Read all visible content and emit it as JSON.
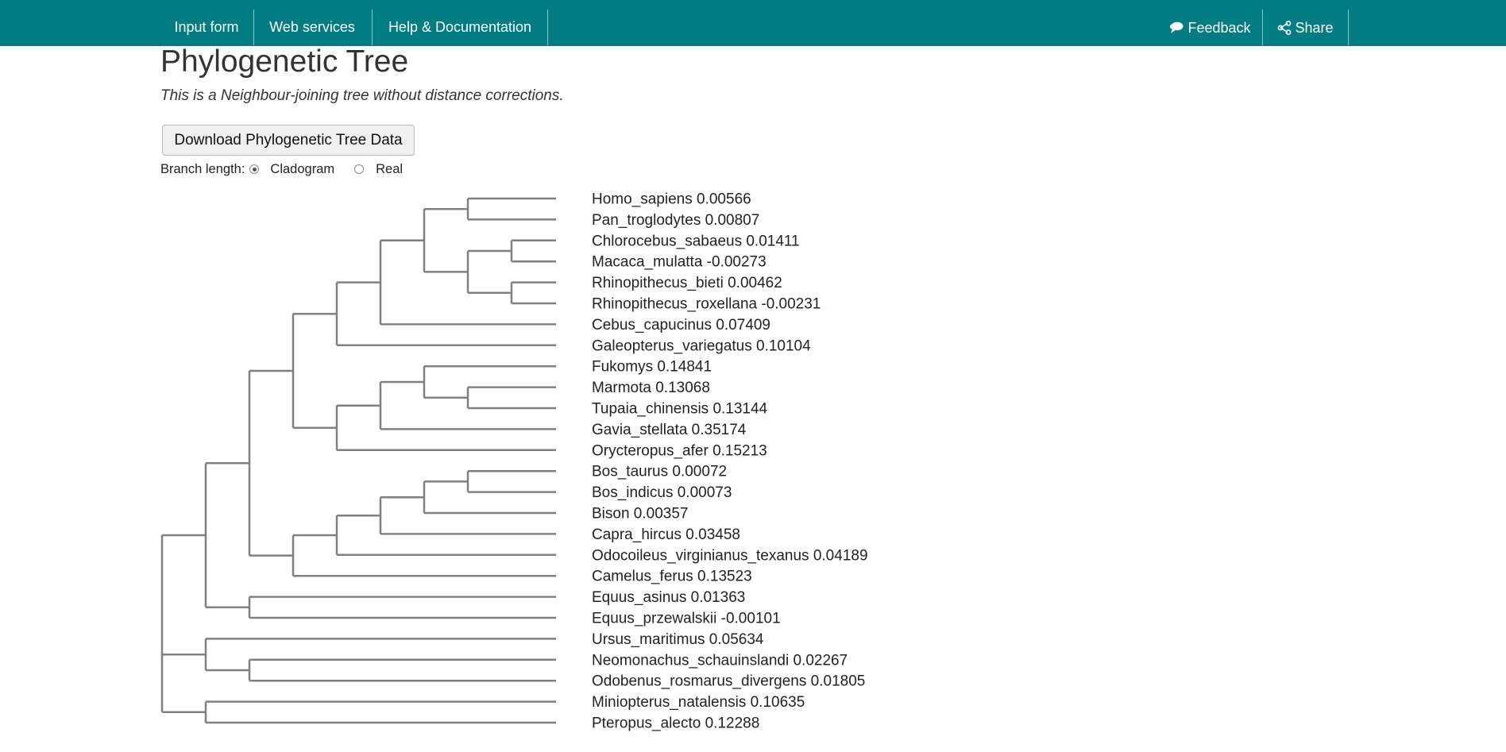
{
  "nav": {
    "input_form": "Input form",
    "web_services": "Web services",
    "help": "Help & Documentation",
    "feedback": "Feedback",
    "share": "Share"
  },
  "page": {
    "title": "Phylogenetic Tree",
    "subtitle": "This is a Neighbour-joining tree without distance corrections.",
    "download_label": "Download Phylogenetic Tree Data",
    "branch_length_label": "Branch length:",
    "options": [
      {
        "label": "Cladogram",
        "selected": true
      },
      {
        "label": "Real",
        "selected": false
      }
    ]
  },
  "colors": {
    "navbar": "#007c82",
    "tree_line": "#808080"
  },
  "tree": {
    "leaves": [
      {
        "name": "Homo_sapiens",
        "value": "0.00566"
      },
      {
        "name": "Pan_troglodytes",
        "value": "0.00807"
      },
      {
        "name": "Chlorocebus_sabaeus",
        "value": "0.01411"
      },
      {
        "name": "Macaca_mulatta",
        "value": "-0.00273"
      },
      {
        "name": "Rhinopithecus_bieti",
        "value": "0.00462"
      },
      {
        "name": "Rhinopithecus_roxellana",
        "value": "-0.00231"
      },
      {
        "name": "Cebus_capucinus",
        "value": "0.07409"
      },
      {
        "name": "Galeopterus_variegatus",
        "value": "0.10104"
      },
      {
        "name": "Fukomys",
        "value": "0.14841"
      },
      {
        "name": "Marmota",
        "value": "0.13068"
      },
      {
        "name": "Tupaia_chinensis",
        "value": "0.13144"
      },
      {
        "name": "Gavia_stellata",
        "value": "0.35174"
      },
      {
        "name": "Orycteropus_afer",
        "value": "0.15213"
      },
      {
        "name": "Bos_taurus",
        "value": "0.00072"
      },
      {
        "name": "Bos_indicus",
        "value": "0.00073"
      },
      {
        "name": "Bison",
        "value": "0.00357"
      },
      {
        "name": "Capra_hircus",
        "value": "0.03458"
      },
      {
        "name": "Odocoileus_virginianus_texanus",
        "value": "0.04189"
      },
      {
        "name": "Camelus_ferus",
        "value": "0.13523"
      },
      {
        "name": "Equus_asinus",
        "value": "0.01363"
      },
      {
        "name": "Equus_przewalskii",
        "value": "-0.00101"
      },
      {
        "name": "Ursus_maritimus",
        "value": "0.05634"
      },
      {
        "name": "Neomonachus_schauinslandi",
        "value": "0.02267"
      },
      {
        "name": "Odobenus_rosmarus_divergens",
        "value": "0.01805"
      },
      {
        "name": "Miniopterus_natalensis",
        "value": "0.10635"
      },
      {
        "name": "Pteropus_alecto",
        "value": "0.12288"
      }
    ],
    "topology": [
      [
        [
          [
            [
              [
                [
                  [
                    0,
                    1
                  ],
                  [
                    [
                      2,
                      3
                    ],
                    [
                      4,
                      5
                    ]
                  ]
                ],
                6
              ],
              7
            ],
            [
              [
                [
                  8,
                  [
                    9,
                    10
                  ]
                ],
                11
              ],
              12
            ]
          ],
          [
            [
              [
                [
                  [
                    13,
                    14
                  ],
                  15
                ],
                16
              ],
              17
            ],
            18
          ]
        ],
        [
          19,
          20
        ]
      ],
      [
        21,
        [
          22,
          23
        ]
      ],
      [
        24,
        25
      ]
    ]
  }
}
